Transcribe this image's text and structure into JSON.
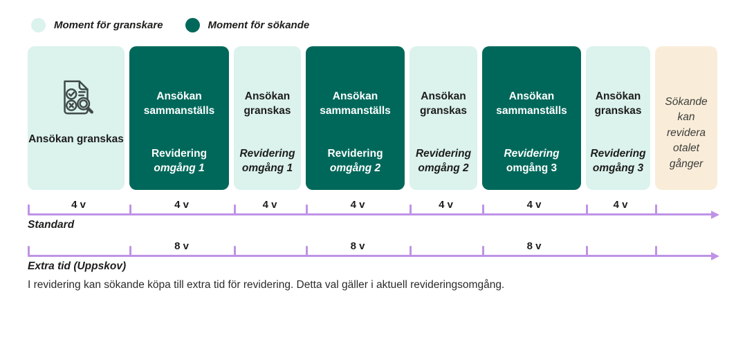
{
  "legend": {
    "items": [
      {
        "label": "Moment för granskare",
        "color": "#DBF2ED"
      },
      {
        "label": "Moment för sökande",
        "color": "#00685A"
      }
    ]
  },
  "process": {
    "boxes": [
      {
        "variant": "light",
        "icon": "document-review-icon",
        "title": "Ansökan granskas"
      },
      {
        "variant": "dark",
        "title": "Ansökan sammanställs",
        "subtitle": [
          {
            "text": "Revidering",
            "italic": false
          },
          {
            "text": "omgång 1",
            "italic": true
          }
        ]
      },
      {
        "variant": "light",
        "title": "Ansökan granskas",
        "subtitle": [
          {
            "text": "Revidering",
            "italic": true
          },
          {
            "text": "omgång 1",
            "italic": true
          }
        ]
      },
      {
        "variant": "dark",
        "title": "Ansökan sammanställs",
        "subtitle": [
          {
            "text": "Revidering",
            "italic": false
          },
          {
            "text": "omgång 2",
            "italic": true
          }
        ]
      },
      {
        "variant": "light",
        "title": "Ansökan granskas",
        "subtitle": [
          {
            "text": "Revidering",
            "italic": true
          },
          {
            "text": "omgång 2",
            "italic": true
          }
        ]
      },
      {
        "variant": "dark",
        "title": "Ansökan sammanställs",
        "subtitle": [
          {
            "text": "Revidering",
            "italic": true
          },
          {
            "text": "omgång 3",
            "italic": false
          }
        ]
      },
      {
        "variant": "light",
        "title": "Ansökan granskas",
        "subtitle": [
          {
            "text": "Revidering",
            "italic": true
          },
          {
            "text": "omgång 3",
            "italic": true
          }
        ]
      },
      {
        "variant": "cream",
        "body": "Sökande kan revidera otalet gånger"
      }
    ]
  },
  "timelines": [
    {
      "id": "standard",
      "label": "Standard",
      "segment_labels": [
        "4 v",
        "4 v",
        "4 v",
        "4 v",
        "4 v",
        "4 v",
        "4 v"
      ]
    },
    {
      "id": "extra",
      "label": "Extra tid (Uppskov)",
      "segment_labels": [
        "",
        "8 v",
        "",
        "8 v",
        "",
        "8 v",
        ""
      ]
    }
  ],
  "footnote": "I revidering kan sökande köpa till extra tid för revidering. Detta val gäller i aktuell revideringsomgång.",
  "colors": {
    "reviewer_moment": "#DBF2ED",
    "applicant_moment": "#00685A",
    "extra_time_box": "#F9EDD9",
    "timeline": "#BE93E6",
    "text_dark": "#1D1D1B",
    "text_on_dark": "#FFFFFF"
  }
}
